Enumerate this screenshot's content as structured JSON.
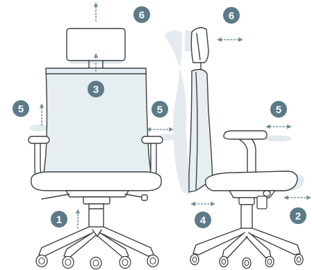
{
  "colors": {
    "badge": "#5c7a87",
    "arrow": "#6e8c98",
    "ghost": "#e3ebee",
    "mesh": "#e6eef1",
    "line": "#3a3f44",
    "background": "#ffffff"
  },
  "front_view": {
    "badges": {
      "headrest_height": "6",
      "backrest_height": "3",
      "armrest_height": "5",
      "armrest_width": "5",
      "seat_height": "1"
    }
  },
  "side_view": {
    "badges": {
      "headrest": "6",
      "armrest": "5",
      "seat_depth": "2",
      "back_tilt": "4"
    }
  }
}
